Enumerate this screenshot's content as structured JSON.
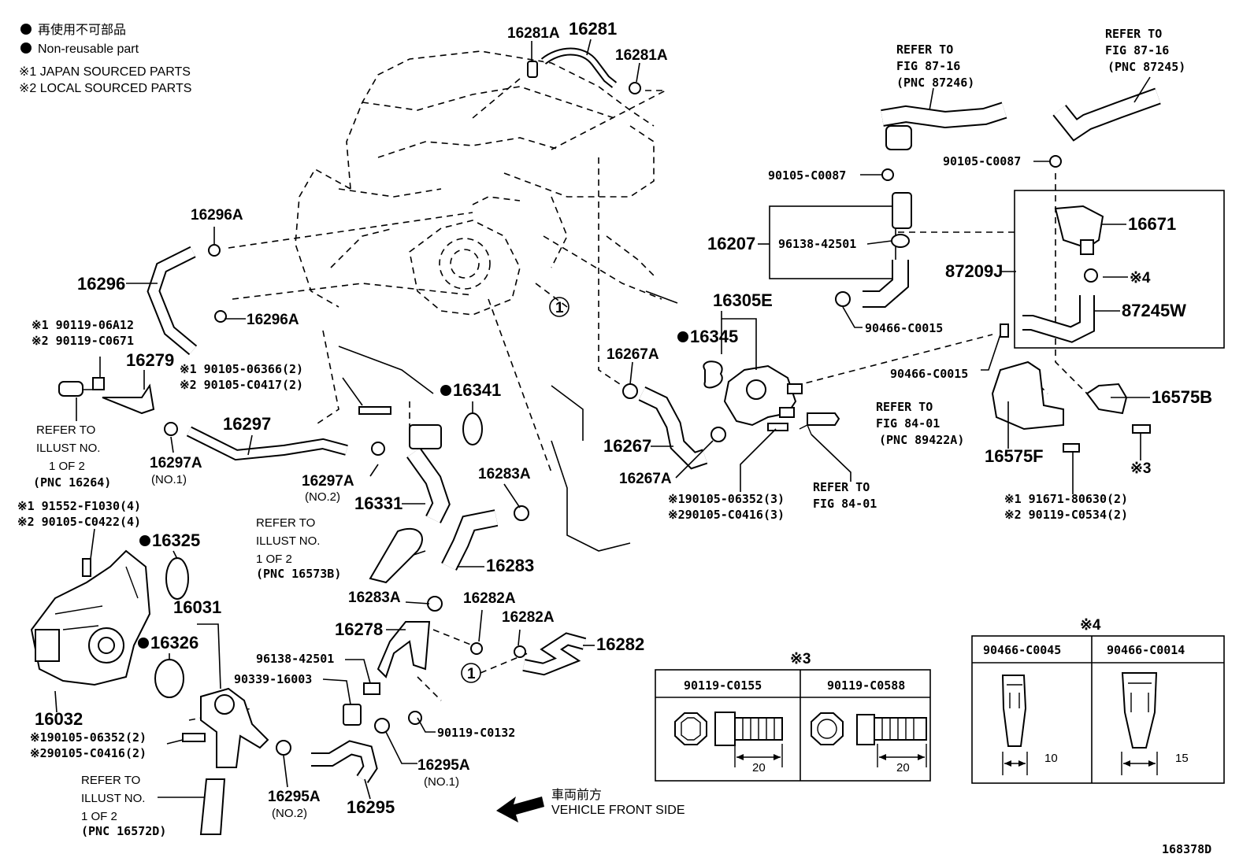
{
  "legend": {
    "jp_nonreusable": "再使用不可部品",
    "en_nonreusable": "Non-reusable part",
    "note1": "※1 JAPAN SOURCED PARTS",
    "note2": "※2 LOCAL SOURCED PARTS"
  },
  "labels": {
    "p16281A_a": "16281A",
    "p16281": "16281",
    "p16281A_b": "16281A",
    "p16296A_a": "16296A",
    "p16296": "16296",
    "p16296A_b": "16296A",
    "n1_90119_06A12": "※1 90119-06A12",
    "n2_90119_C0671": "※2 90119-C0671",
    "p16279": "16279",
    "refer1": "REFER TO",
    "refer1b": "ILLUST NO.",
    "refer1c": "1 OF 2",
    "refer1d": "(PNC 16264)",
    "p16297A_1": "16297A",
    "p16297A_1s": "(NO.1)",
    "n1_90105_06366": "※1 90105-06366(2)",
    "n2_90105_C0417": "※2 90105-C0417(2)",
    "p16297": "16297",
    "p16297A_2": "16297A",
    "p16297A_2s": "(NO.2)",
    "p16341": "16341",
    "p16331": "16331",
    "p16283A_a": "16283A",
    "n1_91552": "※1 91552-F1030(4)",
    "n2_90105_C0422": "※2 90105-C0422(4)",
    "p16325": "16325",
    "refer2": "REFER TO",
    "refer2b": "ILLUST NO.",
    "refer2c": "1 OF 2",
    "refer2d": "(PNC 16573B)",
    "p16031": "16031",
    "p16283": "16283",
    "p16283A_b": "16283A",
    "p16282A_a": "16282A",
    "p16278": "16278",
    "p16282A_b": "16282A",
    "p16282": "16282",
    "p16326": "16326",
    "p96138_b": "96138-42501",
    "p90339": "90339-16003",
    "p16032": "16032",
    "n1_90105_06352_b": "※190105-06352(2)",
    "n2_90105_C0416_b": "※290105-C0416(2)",
    "p90119_C0132": "90119-C0132",
    "p16295A_1": "16295A",
    "p16295A_1s": "(NO.1)",
    "refer3": "REFER TO",
    "refer3b": "ILLUST NO.",
    "refer3c": "1 OF 2",
    "refer3d": "(PNC 16572D)",
    "p16295A_2": "16295A",
    "p16295A_2s": "(NO.2)",
    "p16295": "16295",
    "front_jp": "車両前方",
    "front_en": "VEHICLE FRONT SIDE",
    "ref87_16a": "REFER TO",
    "ref87_16a2": "FIG 87-16",
    "ref87_16a3": "(PNC 87246)",
    "ref87_16b": "REFER TO",
    "ref87_16b2": "FIG 87-16",
    "ref87_16b3": "(PNC 87245)",
    "p90105_C0087_a": "90105-C0087",
    "p90105_C0087_b": "90105-C0087",
    "p16207": "16207",
    "p96138_a": "96138-42501",
    "p16671": "16671",
    "p87209J": "87209J",
    "p16305E": "16305E",
    "mark4": "※4",
    "p87245W": "87245W",
    "p16345": "16345",
    "p90466_C0015_a": "90466-C0015",
    "p16267A_a": "16267A",
    "p90466_C0015_b": "90466-C0015",
    "ref84": "REFER TO",
    "ref84b": "FIG 84-01",
    "ref84c": "(PNC 89422A)",
    "p16575B": "16575B",
    "p16267": "16267",
    "p16575F": "16575F",
    "p16267A_b": "16267A",
    "mark3": "※3",
    "ref84_2": "REFER TO",
    "ref84_2b": "FIG 84-01",
    "n1_90105_06352_a": "※190105-06352(3)",
    "n2_90105_C0416_a": "※290105-C0416(3)",
    "n1_91671": "※1 91671-80630(2)",
    "n2_90119_C0534": "※2 90119-C0534(2)",
    "circle1": "1",
    "figure_id": "168378D"
  },
  "table3": {
    "mark": "※3",
    "col1": "90119-C0155",
    "col2": "90119-C0588",
    "dim1": "20",
    "dim2": "20"
  },
  "table4": {
    "mark": "※4",
    "col1": "90466-C0045",
    "col2": "90466-C0014",
    "dim1": "10",
    "dim2": "15"
  }
}
